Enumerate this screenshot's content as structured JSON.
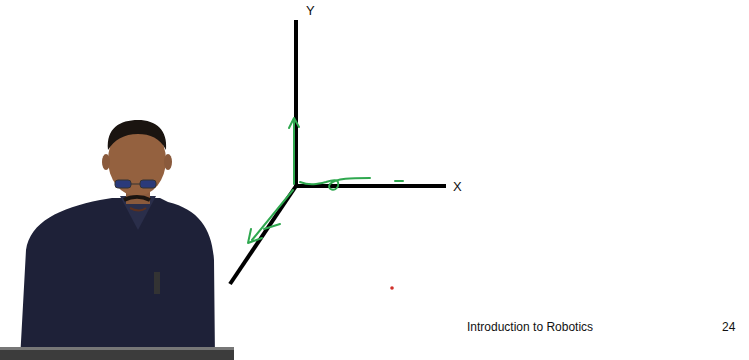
{
  "diagram": {
    "labels": [
      "Y",
      "X",
      "Introduction to Robotics",
      "24"
    ]
  }
}
